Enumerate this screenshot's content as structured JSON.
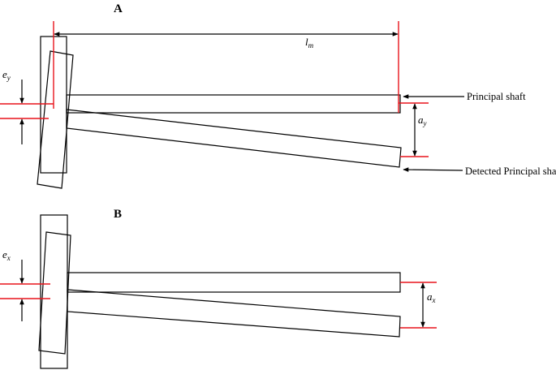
{
  "colors": {
    "stroke": "#000000",
    "reference_line": "#e8141b",
    "background": "#ffffff"
  },
  "panel_a": {
    "label": "A",
    "length_symbol": {
      "base": "l",
      "sub": "m"
    },
    "ecc_symbol": {
      "base": "e",
      "sub": "y"
    },
    "dev_symbol": {
      "base": "a",
      "sub": "y"
    },
    "principal_label": "Principal shaft",
    "detected_label": "Detected Principal shaft"
  },
  "panel_b": {
    "label": "B",
    "ecc_symbol": {
      "base": "e",
      "sub": "x"
    },
    "dev_symbol": {
      "base": "a",
      "sub": "x"
    }
  }
}
